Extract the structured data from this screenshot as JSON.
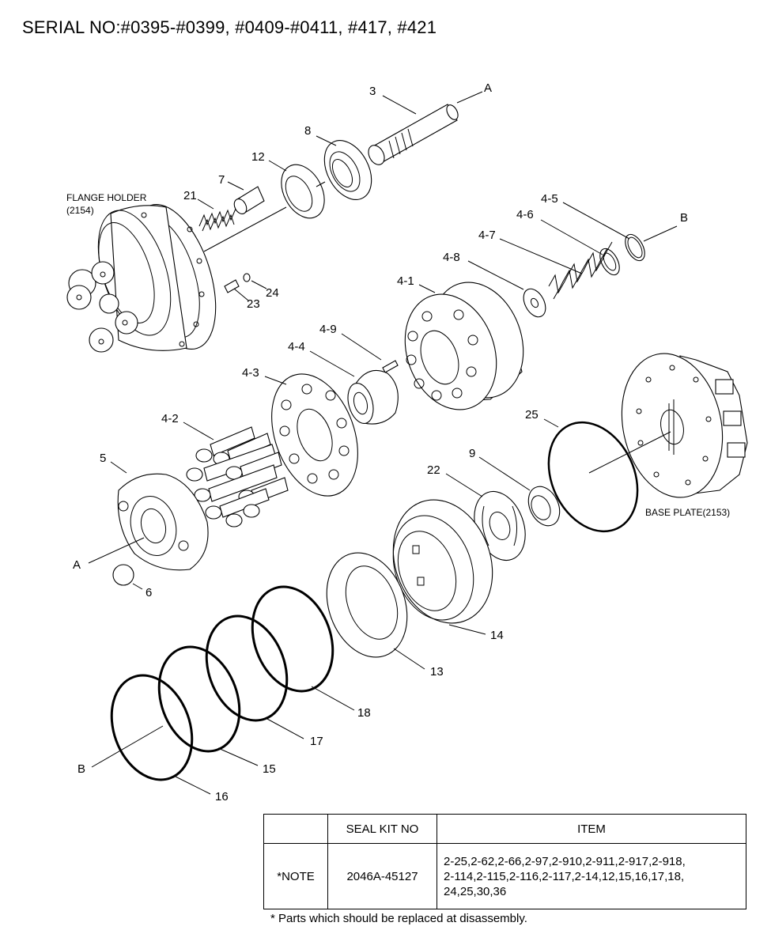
{
  "serial": "SERIAL NO:#0395-#0399, #0409-#0411, #417, #421",
  "components": {
    "flange_holder": [
      "FLANGE HOLDER",
      "(2154)"
    ],
    "base_plate": "BASE PLATE(2153)"
  },
  "callouts": {
    "c3": "3",
    "A1": "A",
    "c8": "8",
    "c12": "12",
    "c7": "7",
    "c21": "21",
    "c24": "24",
    "c23": "23",
    "c45": "4-5",
    "B1": "B",
    "c46": "4-6",
    "c47": "4-7",
    "c48": "4-8",
    "c41": "4-1",
    "c49": "4-9",
    "c44": "4-4",
    "c43": "4-3",
    "c42": "4-2",
    "c5": "5",
    "A2": "A",
    "c6": "6",
    "c25": "25",
    "c9": "9",
    "c22": "22",
    "c14": "14",
    "c13": "13",
    "c18": "18",
    "c17": "17",
    "c15": "15",
    "c16": "16",
    "B2": "B"
  },
  "seal_table": {
    "headers": [
      "",
      "SEAL KIT NO",
      "ITEM"
    ],
    "row": {
      "note": "*NOTE",
      "kit_no": "2046A-45127",
      "items": [
        "2-25,2-62,2-66,2-97,2-910,2-911,2-917,2-918,",
        "2-114,2-115,2-116,2-117,2-14,12,15,16,17,18,",
        "24,25,30,36"
      ]
    }
  },
  "footnote": "* Parts which should be replaced at disassembly."
}
